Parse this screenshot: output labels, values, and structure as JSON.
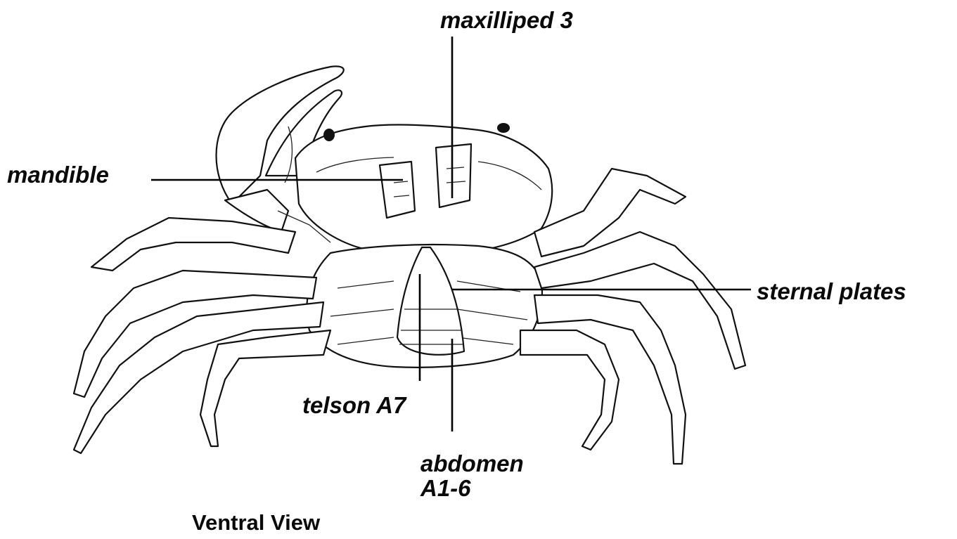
{
  "labels": {
    "maxilliped": "maxilliped 3",
    "mandible": "mandible",
    "sternal": "sternal plates",
    "telson": "telson A7",
    "abdomen_line1": "abdomen",
    "abdomen_line2": "A1-6"
  },
  "caption": "Ventral View",
  "colors": {
    "ink": "#111111",
    "background": "#ffffff"
  }
}
